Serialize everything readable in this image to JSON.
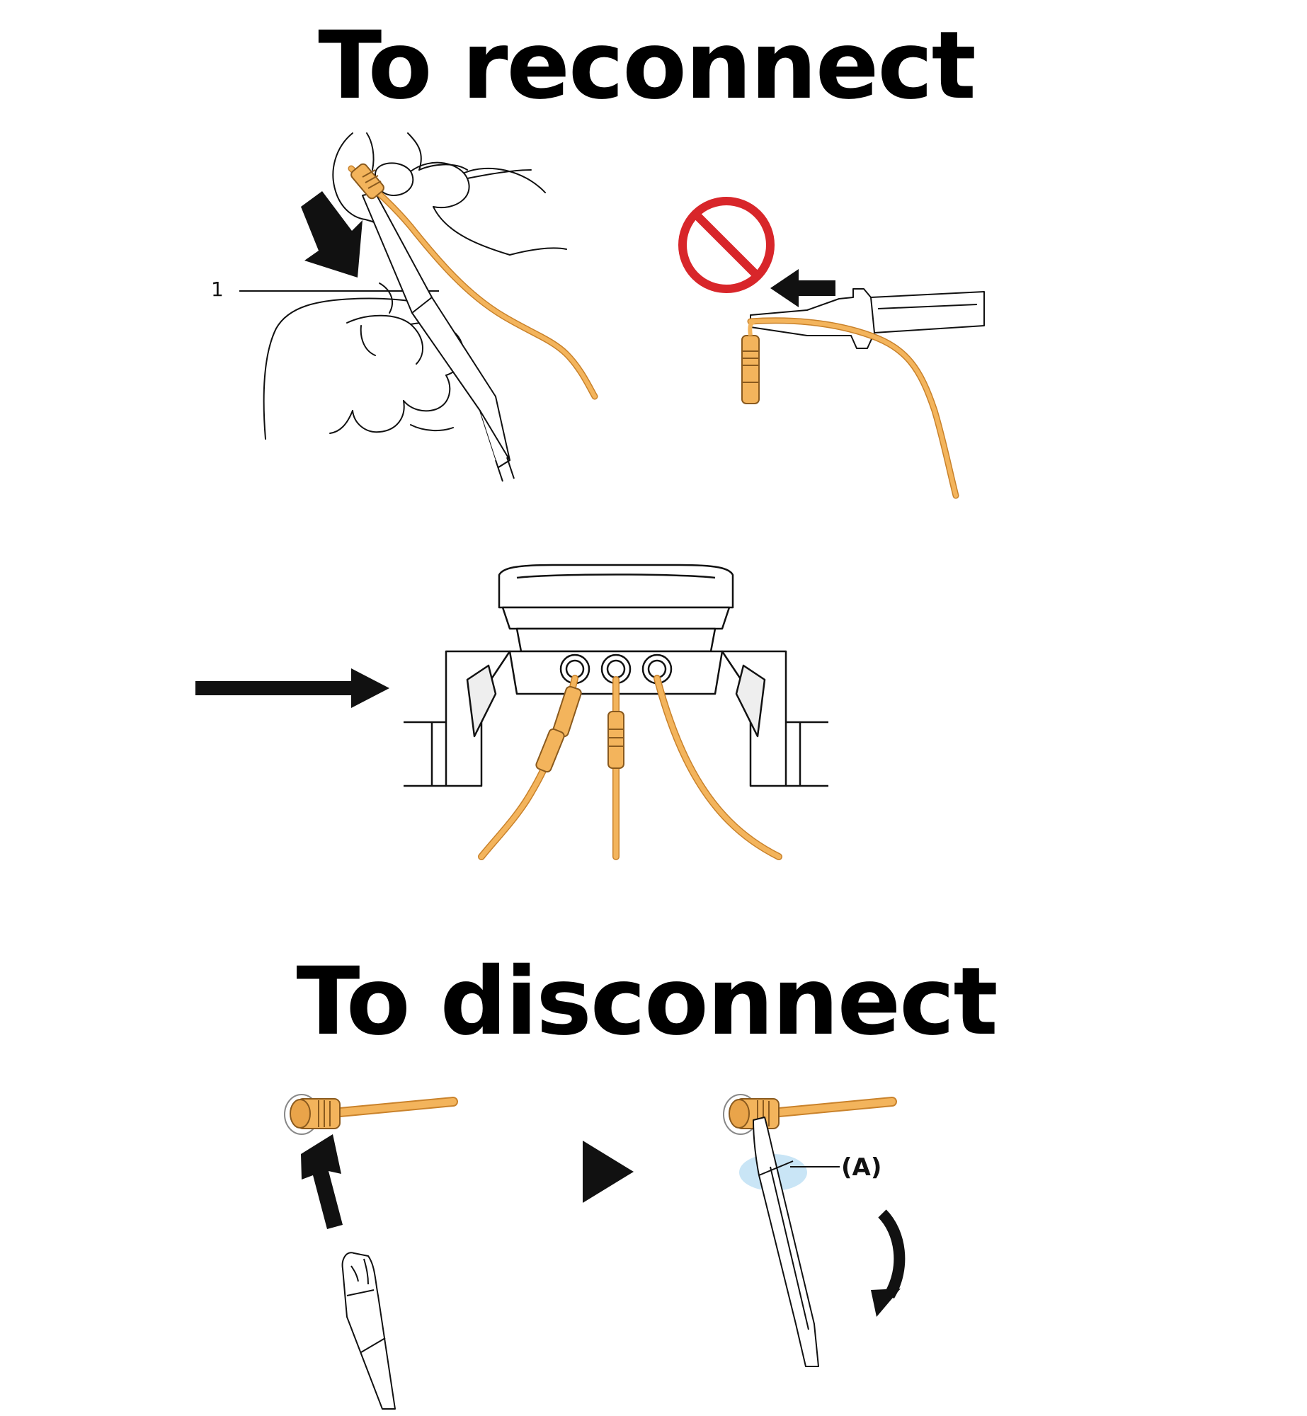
{
  "headings": {
    "reconnect": "To reconnect",
    "disconnect": "To disconnect"
  },
  "callouts": {
    "tool_label": "1",
    "area_label": "(A)"
  },
  "colors": {
    "cable": "#f3b45c",
    "cable_dark": "#c9822b",
    "prohibited": "#d8262a",
    "ink": "#111111",
    "highlight": "#bfe0f5"
  },
  "icons": {
    "prohibited": "prohibited-icon",
    "next_step": "play-triangle-icon"
  }
}
